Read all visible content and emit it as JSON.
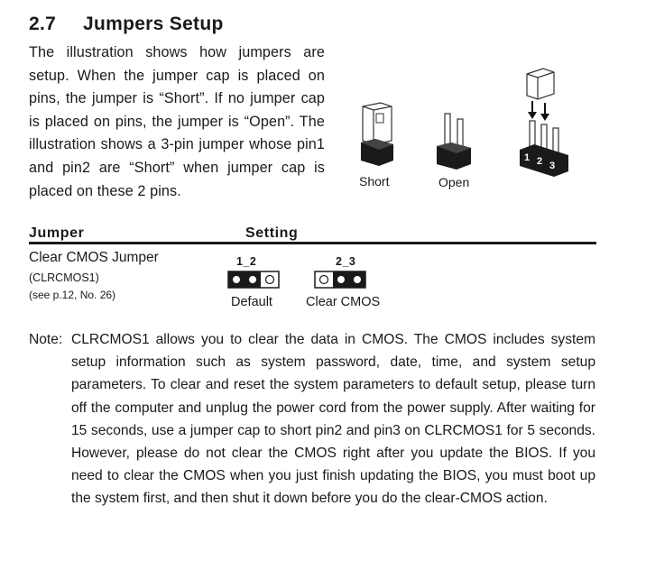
{
  "section": {
    "number": "2.7",
    "title": "Jumpers Setup"
  },
  "intro": "The illustration shows how jumpers are setup. When the jumper cap is placed on pins, the jumper is “Short”. If no jumper cap is placed on pins, the jumper is “Open”. The illustration shows a 3-pin jumper whose pin1 and pin2 are “Short” when jumper cap is placed on these 2 pins.",
  "illustration": {
    "short_label": "Short",
    "open_label": "Open",
    "pin_numbers": [
      "1",
      "2",
      "3"
    ]
  },
  "table": {
    "col_jumper": "Jumper",
    "col_setting": "Setting",
    "row": {
      "name": "Clear CMOS Jumper",
      "ref": "(CLRCMOS1)",
      "page": "(see p.12, No. 26)",
      "settings": [
        {
          "pins": "1_2",
          "caption": "Default",
          "filled": [
            true,
            true,
            false
          ]
        },
        {
          "pins": "2_3",
          "caption": "Clear CMOS",
          "filled": [
            false,
            true,
            true
          ]
        }
      ]
    }
  },
  "note": {
    "label": "Note:",
    "text": "CLRCMOS1 allows you to clear the data in CMOS. The CMOS includes system setup information such as system password, date, time, and system setup parameters. To clear and reset the system parameters to default setup, please turn off the computer and unplug the power cord from the power supply. After waiting for 15 seconds, use a jumper cap to short pin2 and pin3 on CLRCMOS1 for 5 seconds. However, please do not clear the CMOS right after you update the BIOS. If you need to clear the CMOS when you just finish updating the BIOS, you must boot up the system first, and then shut it down before you do the clear-CMOS action."
  }
}
